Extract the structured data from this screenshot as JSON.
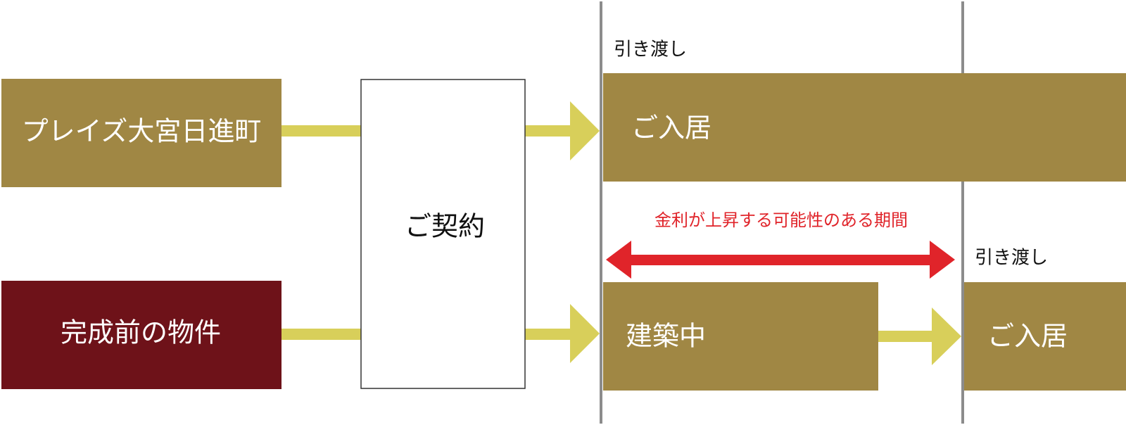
{
  "colors": {
    "gold": "#a08744",
    "maroon": "#6e1219",
    "arrow_yellow": "#d8cf5a",
    "rate_red": "#e0242a",
    "timeline_gray": "#8c8c8c",
    "contract_border": "#333333"
  },
  "rows": {
    "completed": {
      "property_label": "プレイズ大宮日進町",
      "move_in_label": "ご入居",
      "handover_label": "引き渡し"
    },
    "under_construction": {
      "property_label": "完成前の物件",
      "construction_label": "建築中",
      "move_in_label": "ご入居",
      "handover_label": "引き渡し"
    }
  },
  "contract": {
    "label": "ご契約"
  },
  "rate_period": {
    "label": "金利が上昇する可能性のある期間"
  }
}
